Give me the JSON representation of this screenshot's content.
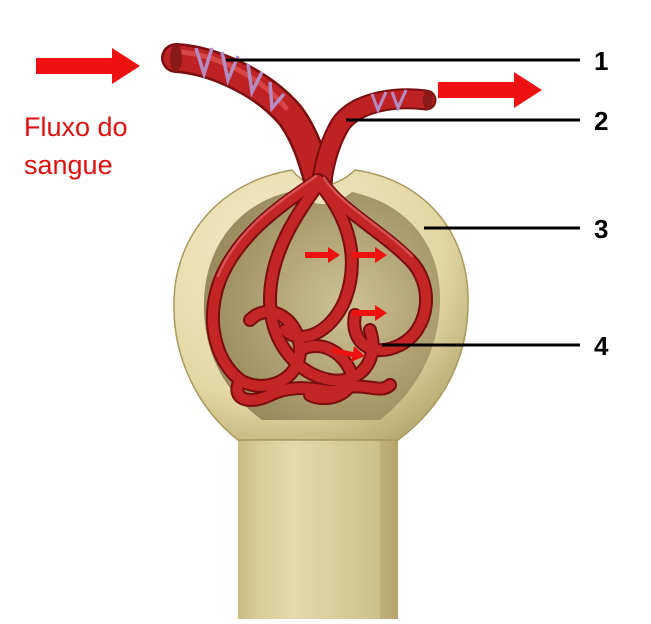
{
  "caption": {
    "line1": "Fluxo do",
    "line2": "sangue"
  },
  "labels": [
    "1",
    "2",
    "3",
    "4"
  ],
  "colors": {
    "vessel": "#b81f1f",
    "vessel_dark": "#7a0e0e",
    "capsule": "#e6dcae",
    "capsule_shadow": "#a89a62",
    "flow_arrow": "#ee1111",
    "wrap": "#b48cc4",
    "leader": "#000000"
  },
  "icons": [
    "flow-in-arrow",
    "flow-out-arrow"
  ]
}
